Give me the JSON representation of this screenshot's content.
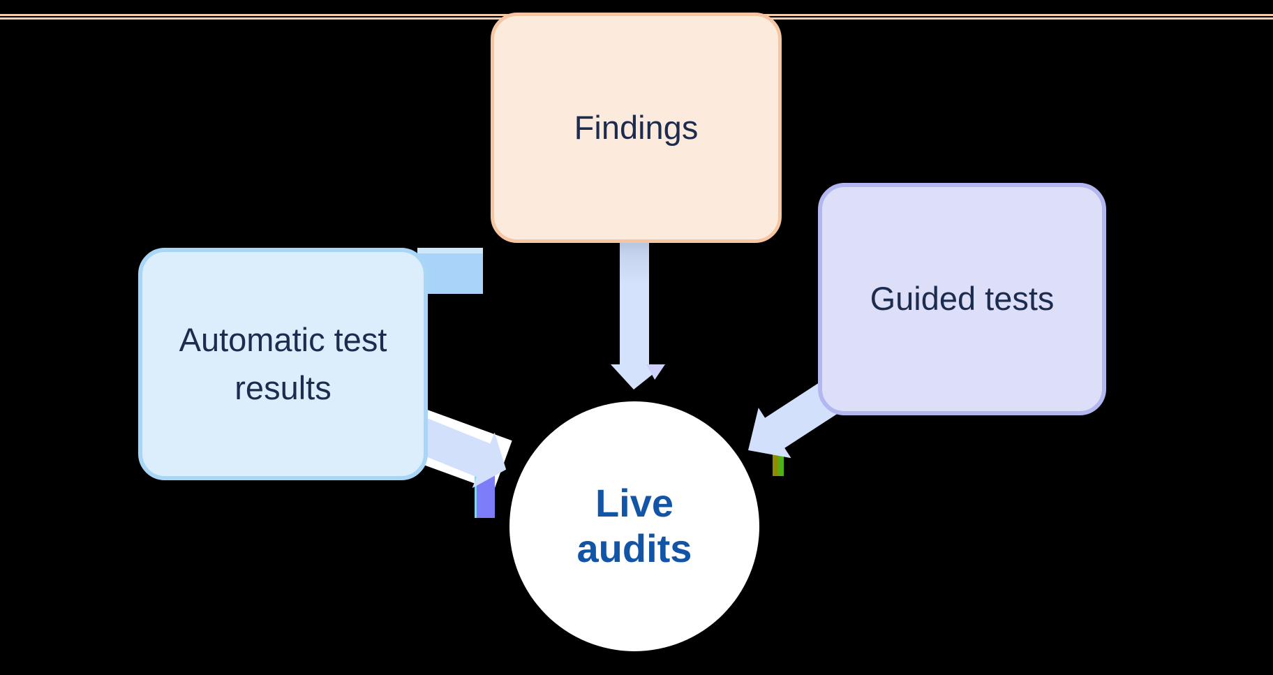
{
  "diagram": {
    "title": "Live audits inputs diagram",
    "background_color": "#000000",
    "top_rule_color": "#f8cbaa",
    "nodes": {
      "findings": {
        "label": "Findings",
        "fill": "#fcebdc",
        "border_color": "#f6c5a2",
        "text_color": "#1d2c4e"
      },
      "automatic_test_results": {
        "label": "Automatic test results",
        "fill": "#dcedfc",
        "border_color": "#aad6f6",
        "text_color": "#1d2c4e"
      },
      "guided_tests": {
        "label": "Guided tests",
        "fill": "#dcdff7",
        "border_color": "#b3b7ef",
        "text_color": "#1d2c4e"
      },
      "live_audits": {
        "label": "Live audits",
        "fill": "#ffffff",
        "text_color": "#1254a6"
      }
    },
    "arrows": {
      "color": "#d2e0fb",
      "items": [
        {
          "from": "findings",
          "to": "live_audits",
          "direction": "down"
        },
        {
          "from": "automatic_test_results",
          "to": "live_audits",
          "direction": "down-right"
        },
        {
          "from": "guided_tests",
          "to": "live_audits",
          "direction": "down-left"
        }
      ]
    },
    "artifacts": {
      "purple_bar_color": "#7d7dfa",
      "cyan_sliver_color": "#85d4ee",
      "olive_bar_color": "#8a8e00",
      "green_bar_color": "#4db117",
      "blue_rect_color": "#a9d3f8",
      "lavender_arrowhead_color": "#cdd1f8"
    }
  }
}
